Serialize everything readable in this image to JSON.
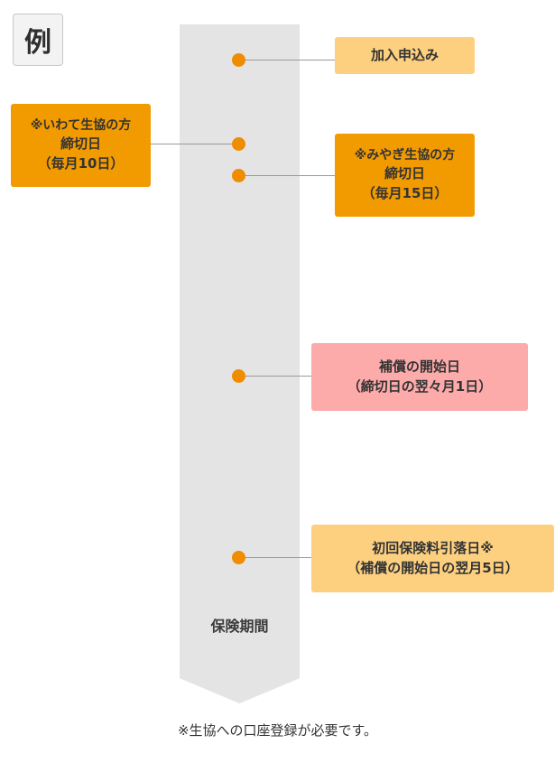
{
  "badge": {
    "label": "例"
  },
  "colors": {
    "orange": "#f29b00",
    "light_orange": "#fdd080",
    "pink": "#fdaaaa",
    "dot": "#f08c00",
    "timeline": "#e4e4e4"
  },
  "timeline": {
    "label": "保険期間"
  },
  "events": {
    "application": {
      "label": "加入申込み"
    },
    "iwate_deadline": {
      "line1": "※いわて生協の方",
      "line2": "締切日",
      "line3": "（毎月10日）"
    },
    "miyagi_deadline": {
      "line1": "※みやぎ生協の方",
      "line2": "締切日",
      "line3": "（毎月15日）"
    },
    "coverage_start": {
      "line1": "補償の開始日",
      "line2": "（締切日の翌々月1日）"
    },
    "first_debit": {
      "line1": "初回保険料引落日※",
      "line2": "（補償の開始日の翌月5日）"
    }
  },
  "footnote": "※生協への口座登録が必要です。"
}
